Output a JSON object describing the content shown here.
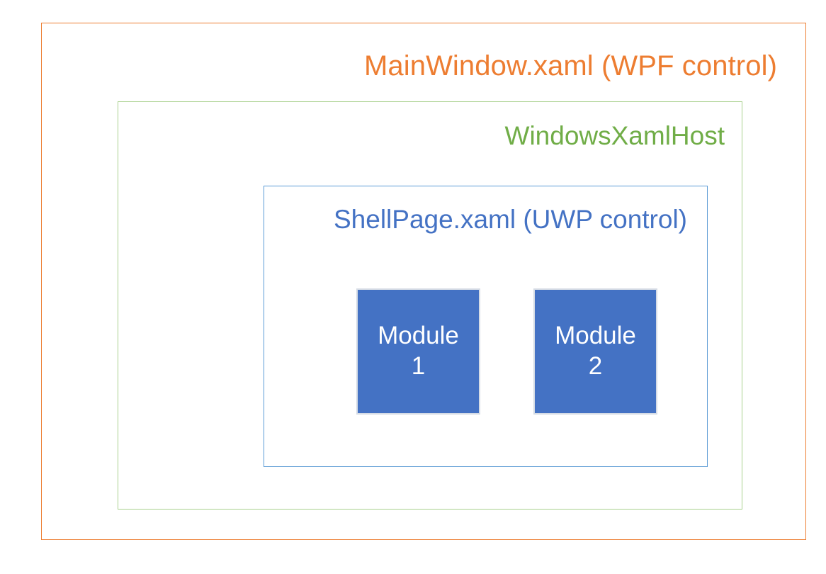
{
  "diagram": {
    "title": "WPF / WindowsXamlHost / UWP nesting diagram",
    "background": "#FFFFFF",
    "layers": [
      {
        "id": "wpf",
        "label": "MainWindow.xaml (WPF control)",
        "color": "#ED7D31",
        "border_color": "#ED7D31"
      },
      {
        "id": "xamlhost",
        "label": "WindowsXamlHost",
        "color": "#70AD47",
        "border_color": "#A9D18E"
      },
      {
        "id": "shellpage",
        "label": "ShellPage.xaml (UWP control)",
        "color": "#4472C4",
        "border_color": "#5B9BD5"
      }
    ],
    "modules": [
      {
        "id": "module-1",
        "name_line": "Module",
        "number_line": "1",
        "fill": "#4472C4",
        "text_color": "#FFFFFF",
        "border_color": "#D6DCE5"
      },
      {
        "id": "module-2",
        "name_line": "Module",
        "number_line": "2",
        "fill": "#4472C4",
        "text_color": "#FFFFFF",
        "border_color": "#D6DCE5"
      }
    ]
  }
}
